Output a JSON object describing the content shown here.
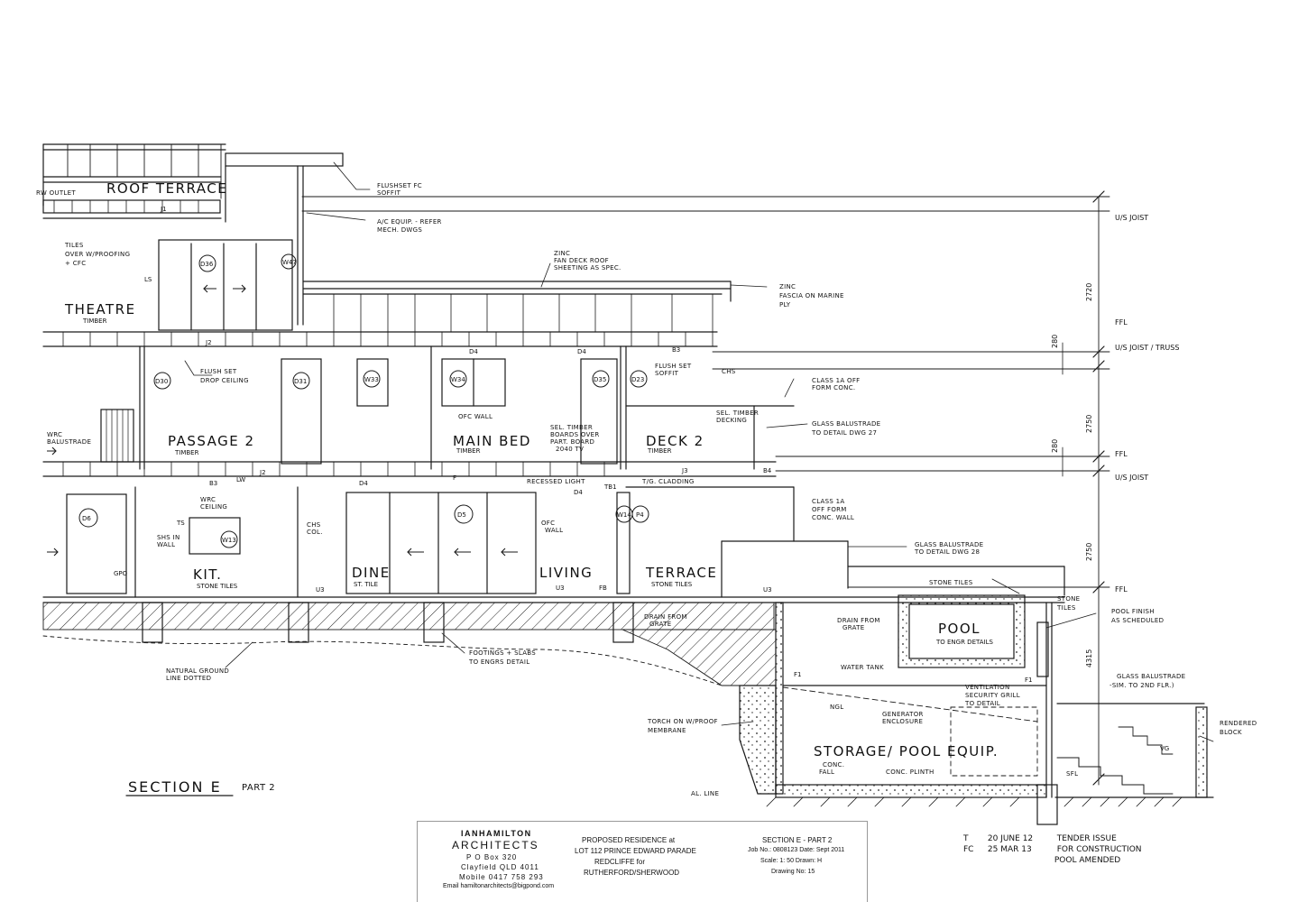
{
  "section_title": "SECTION E",
  "section_part": "PART 2",
  "rooms": {
    "roof_terrace": "ROOF TERRACE",
    "theatre": "THEATRE",
    "theatre_floor": "TIMBER",
    "passage": "PASSAGE 2",
    "passage_floor": "TIMBER",
    "main_bed": "MAIN BED",
    "main_bed_floor": "TIMBER",
    "deck": "DECK 2",
    "deck_floor": "TIMBER",
    "kit": "KIT.",
    "kit_floor": "STONE TILES",
    "dine": "DINE",
    "dine_floor": "ST. TILE",
    "living": "LIVING",
    "terrace": "TERRACE",
    "terrace_floor": "STONE TILES",
    "pool": "POOL",
    "pool_note": "TO ENGR DETAILS",
    "storage": "STORAGE/ POOL EQUIP."
  },
  "notes": {
    "outlet": "RW OUTLET",
    "flushset_fc": "FLUSHSET FC",
    "soffit": "SOFFIT",
    "ac_equip": "A/C EQUIP. - REFER",
    "ac_equip2": "MECH. DWGS",
    "tiles_over": "TILES",
    "tiles_over2": "OVER W/PROOFING",
    "tiles_over3": "+ CFC",
    "zinc_roof": "ZINC",
    "zinc_roof2": "FAN DECK ROOF",
    "zinc_roof3": "SHEETING AS SPEC.",
    "zinc_fascia": "ZINC",
    "zinc_fascia2": "FASCIA ON MARINE",
    "zinc_fascia3": "PLY",
    "flush_drop": "FLUSH SET",
    "flush_drop2": "DROP CEILING",
    "flush_soffit": "FLUSH SET",
    "flush_soffit2": "SOFFIT",
    "chs": "CHS",
    "class_off": "CLASS 1A OFF",
    "class_off2": "FORM CONC.",
    "sel_timber_deck": "SEL. TIMBER",
    "sel_timber_deck2": "DECKING",
    "glass_bal_27": "GLASS BALUSTRADE",
    "glass_bal_27b": "TO DETAIL DWG 27",
    "wrc_bal": "WRC",
    "wrc_bal2": "BALUSTRADE",
    "ofc_wall": "OFC WALL",
    "sel_timber_boards": "SEL. TIMBER",
    "sel_timber_boards2": "BOARDS OVER",
    "sel_timber_boards3": "PART. BOARD",
    "sel_timber_boards4": "2040 TV",
    "recessed": "RECESSED LIGHT",
    "tg_cladding": "T/G. CLADDING",
    "wrc_ceiling": "WRC",
    "wrc_ceiling2": "CEILING",
    "shs_wall": "SHS IN",
    "shs_wall2": "WALL",
    "chs_col": "CHS",
    "chs_col2": "COL.",
    "ofc_wall2": "OFC",
    "ofc_wall2b": "WALL",
    "class_1a": "CLASS 1A",
    "class_1a2": "OFF FORM",
    "class_1a3": "CONC. WALL",
    "glass_bal_28": "GLASS BALUSTRADE",
    "glass_bal_28b": "TO DETAIL DWG 28",
    "stone_tiles": "STONE TILES",
    "stone_tiles_r": "STONE",
    "stone_tiles_r2": "TILES",
    "pool_finish": "POOL FINISH",
    "pool_finish2": "AS SCHEDULED",
    "drain_grate": "DRAIN FROM",
    "drain_grate2": "GRATE",
    "drain_grate_b": "DRAIN FROM",
    "drain_grate_b2": "GRATE",
    "natural_ground": "NATURAL GROUND",
    "natural_ground2": "LINE DOTTED",
    "footings": "FOOTINGS + SLABS",
    "footings2": "TO ENGRS DETAIL",
    "water_tank": "WATER TANK",
    "ventilation": "VENTILATION",
    "ventilation2": "SECURITY GRILL",
    "ventilation3": "TO DETAIL",
    "generator": "GENERATOR",
    "generator2": "ENCLOSURE",
    "glass_bal_sim": "GLASS BALUSTRADE",
    "glass_bal_sim2": "-SIM. TO 2ND FLR.)",
    "torch_on": "TORCH ON W/PROOF",
    "torch_on2": "MEMBRANE",
    "ngl": "NGL",
    "conc_fall": "CONC.",
    "conc_fall2": "FALL",
    "conc_plinth": "CONC. PLINTH",
    "al_line": "AL. LINE",
    "sfl": "SFL",
    "rendered": "RENDERED",
    "rendered2": "BLOCK"
  },
  "levels": {
    "us_joist_top": "U/S JOIST",
    "ffl_1": "FFL",
    "us_joist_truss": "U/S JOIST / TRUSS",
    "ffl_2": "FFL",
    "us_joist_mid": "U/S JOIST",
    "ffl_3": "FFL"
  },
  "dimensions": {
    "d2720": "2720",
    "d280a": "280",
    "d2750a": "2750",
    "d280b": "280",
    "d2750b": "2750",
    "d4315": "4315"
  },
  "tags": {
    "d36": "D36",
    "w47": "W47",
    "d30": "D30",
    "d31": "D31",
    "w33": "W33",
    "w34": "W34",
    "d35": "D35",
    "d23": "D23",
    "d6": "D6",
    "w13": "W13",
    "d5": "D5",
    "w14": "W14",
    "p4": "P4",
    "j1": "J1",
    "j2": "J2",
    "j2b": "J2",
    "j3": "J3",
    "d4a": "D4",
    "d4b": "D4",
    "d4c": "D4",
    "d4d": "D4",
    "b3": "B3",
    "b3b": "B3",
    "b4": "B4",
    "u3a": "U3",
    "u3b": "U3",
    "u3c": "U3",
    "fb": "FB",
    "tb1": "TB1",
    "f1a": "F1",
    "f1b": "F1",
    "ls": "LS",
    "ts": "TS",
    "gpo": "GPO",
    "vg": "VG",
    "lw": "LW",
    "f": "F"
  },
  "title_block": {
    "firm": "IANHAMILTON",
    "firm2": "ARCHITECTS",
    "po": "P O Box 320",
    "addr": "Clayfield QLD 4011",
    "mobile": "Mobile 0417 758 293",
    "email": "Email hamiltonarchitects@bigpond.com",
    "proj1": "PROPOSED RESIDENCE at",
    "proj2": "LOT 112 PRINCE EDWARD PARADE",
    "proj3": "REDCLIFFE    for",
    "proj4": "RUTHERFORD/SHERWOOD",
    "sheet": "SECTION E - PART 2",
    "job": "Job No.: 0808123  Date: Sept 2011",
    "scale": "Scale: 1: 50  Drawn: H",
    "drawing": "Drawing No: 15"
  },
  "revisions": {
    "r1_code": "T",
    "r1_date": "20 JUNE 12",
    "r1_desc": "TENDER ISSUE",
    "r2_code": "FC",
    "r2_date": "25 MAR 13",
    "r2_desc": "FOR CONSTRUCTION",
    "r2_desc2": "POOL AMENDED"
  }
}
